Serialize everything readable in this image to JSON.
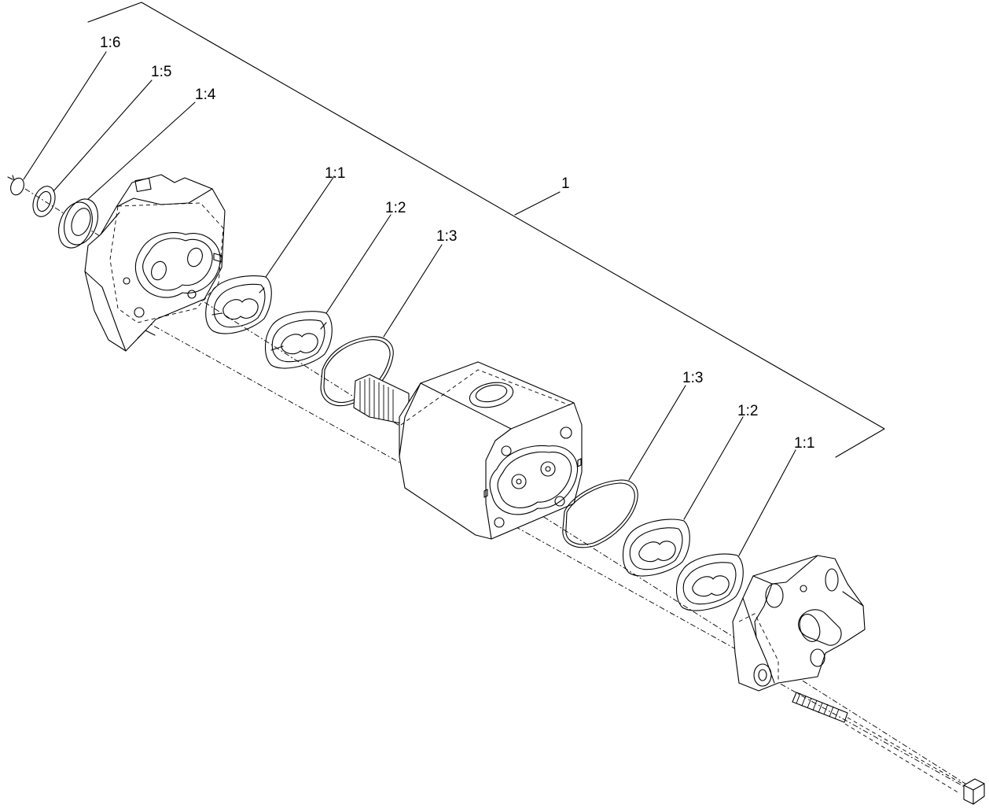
{
  "callouts": {
    "assembly": "1",
    "c_1_6": "1:6",
    "c_1_5": "1:5",
    "c_1_4": "1:4",
    "c_1_1_left": "1:1",
    "c_1_2_left": "1:2",
    "c_1_3_left": "1:3",
    "c_1_3_right": "1:3",
    "c_1_2_right": "1:2",
    "c_1_1_right": "1:1"
  },
  "colors": {
    "line": "#000000",
    "background": "#ffffff"
  }
}
